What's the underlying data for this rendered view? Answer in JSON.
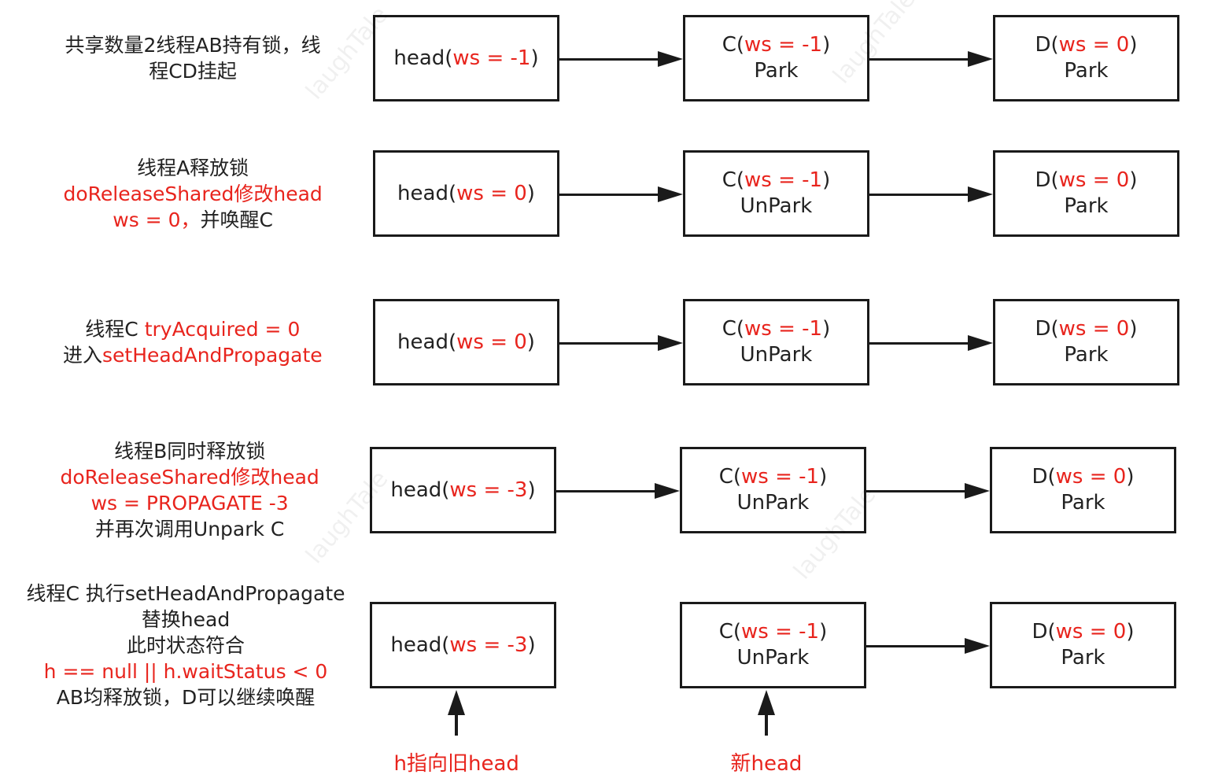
{
  "watermark": "laughTale",
  "rows": [
    {
      "label": [
        [
          {
            "t": "共享数量2线程AB持有锁，线",
            "c": "k"
          }
        ],
        [
          {
            "t": "程CD挂起",
            "c": "k"
          }
        ]
      ],
      "nodes": [
        [
          [
            {
              "t": "head",
              "c": "k"
            },
            {
              "t": "(",
              "c": "k"
            },
            {
              "t": "ws = -1",
              "c": "r"
            },
            {
              "t": ")",
              "c": "k"
            }
          ]
        ],
        [
          [
            {
              "t": "C",
              "c": "k"
            },
            {
              "t": "(",
              "c": "k"
            },
            {
              "t": "ws = -1",
              "c": "r"
            },
            {
              "t": ")",
              "c": "k"
            }
          ],
          [
            {
              "t": "Park",
              "c": "k"
            }
          ]
        ],
        [
          [
            {
              "t": "D",
              "c": "k"
            },
            {
              "t": "(",
              "c": "k"
            },
            {
              "t": "ws = 0",
              "c": "r"
            },
            {
              "t": ")",
              "c": "k"
            }
          ],
          [
            {
              "t": "Park",
              "c": "k"
            }
          ]
        ]
      ],
      "arrows": [
        [
          0,
          1
        ],
        [
          1,
          2
        ]
      ]
    },
    {
      "label": [
        [
          {
            "t": "线程A释放锁",
            "c": "k"
          }
        ],
        [
          {
            "t": "doReleaseShared修改head",
            "c": "r"
          }
        ],
        [
          {
            "t": "ws = 0，",
            "c": "r"
          },
          {
            "t": "并唤醒C",
            "c": "k"
          }
        ]
      ],
      "nodes": [
        [
          [
            {
              "t": "head",
              "c": "k"
            },
            {
              "t": "(",
              "c": "k"
            },
            {
              "t": "ws = 0",
              "c": "r"
            },
            {
              "t": ")",
              "c": "k"
            }
          ]
        ],
        [
          [
            {
              "t": "C",
              "c": "k"
            },
            {
              "t": "(",
              "c": "k"
            },
            {
              "t": "ws = -1",
              "c": "r"
            },
            {
              "t": ")",
              "c": "k"
            }
          ],
          [
            {
              "t": "UnPark",
              "c": "k"
            }
          ]
        ],
        [
          [
            {
              "t": "D",
              "c": "k"
            },
            {
              "t": "(",
              "c": "k"
            },
            {
              "t": "ws = 0",
              "c": "r"
            },
            {
              "t": ")",
              "c": "k"
            }
          ],
          [
            {
              "t": "Park",
              "c": "k"
            }
          ]
        ]
      ],
      "arrows": [
        [
          0,
          1
        ],
        [
          1,
          2
        ]
      ]
    },
    {
      "label": [
        [
          {
            "t": "线程C ",
            "c": "k"
          },
          {
            "t": "tryAcquired = 0",
            "c": "r"
          }
        ],
        [
          {
            "t": "进入",
            "c": "k"
          },
          {
            "t": "setHeadAndPropagate",
            "c": "r"
          }
        ]
      ],
      "nodes": [
        [
          [
            {
              "t": "head",
              "c": "k"
            },
            {
              "t": "(",
              "c": "k"
            },
            {
              "t": "ws = 0",
              "c": "r"
            },
            {
              "t": ")",
              "c": "k"
            }
          ]
        ],
        [
          [
            {
              "t": "C",
              "c": "k"
            },
            {
              "t": "(",
              "c": "k"
            },
            {
              "t": "ws = -1",
              "c": "r"
            },
            {
              "t": ")",
              "c": "k"
            }
          ],
          [
            {
              "t": "UnPark",
              "c": "k"
            }
          ]
        ],
        [
          [
            {
              "t": "D",
              "c": "k"
            },
            {
              "t": "(",
              "c": "k"
            },
            {
              "t": "ws = 0",
              "c": "r"
            },
            {
              "t": ")",
              "c": "k"
            }
          ],
          [
            {
              "t": "Park",
              "c": "k"
            }
          ]
        ]
      ],
      "arrows": [
        [
          0,
          1
        ],
        [
          1,
          2
        ]
      ]
    },
    {
      "label": [
        [
          {
            "t": "线程B同时释放锁",
            "c": "k"
          }
        ],
        [
          {
            "t": "doReleaseShared修改head",
            "c": "r"
          }
        ],
        [
          {
            "t": "ws = PROPAGATE -3",
            "c": "r"
          }
        ],
        [
          {
            "t": "并再次调用Unpark C",
            "c": "k"
          }
        ]
      ],
      "nodes": [
        [
          [
            {
              "t": "head",
              "c": "k"
            },
            {
              "t": "(",
              "c": "k"
            },
            {
              "t": "ws = -3",
              "c": "r"
            },
            {
              "t": ")",
              "c": "k"
            }
          ]
        ],
        [
          [
            {
              "t": "C",
              "c": "k"
            },
            {
              "t": "(",
              "c": "k"
            },
            {
              "t": "ws = -1",
              "c": "r"
            },
            {
              "t": ")",
              "c": "k"
            }
          ],
          [
            {
              "t": "UnPark",
              "c": "k"
            }
          ]
        ],
        [
          [
            {
              "t": "D",
              "c": "k"
            },
            {
              "t": "(",
              "c": "k"
            },
            {
              "t": "ws = 0",
              "c": "r"
            },
            {
              "t": ")",
              "c": "k"
            }
          ],
          [
            {
              "t": "Park",
              "c": "k"
            }
          ]
        ]
      ],
      "arrows": [
        [
          0,
          1
        ],
        [
          1,
          2
        ]
      ]
    },
    {
      "label": [
        [
          {
            "t": "线程C 执行setHeadAndPropagate",
            "c": "k"
          }
        ],
        [
          {
            "t": "替换head",
            "c": "k"
          }
        ],
        [
          {
            "t": "此时状态符合",
            "c": "k"
          }
        ],
        [
          {
            "t": "h  == null || h.waitStatus < 0",
            "c": "r"
          }
        ],
        [
          {
            "t": "AB均释放锁，D可以继续唤醒",
            "c": "k"
          }
        ]
      ],
      "nodes": [
        [
          [
            {
              "t": "head",
              "c": "k"
            },
            {
              "t": "(",
              "c": "k"
            },
            {
              "t": "ws = -3",
              "c": "r"
            },
            {
              "t": ")",
              "c": "k"
            }
          ]
        ],
        [
          [
            {
              "t": "C",
              "c": "k"
            },
            {
              "t": "(",
              "c": "k"
            },
            {
              "t": "ws = -1",
              "c": "r"
            },
            {
              "t": ")",
              "c": "k"
            }
          ],
          [
            {
              "t": "UnPark",
              "c": "k"
            }
          ]
        ],
        [
          [
            {
              "t": "D",
              "c": "k"
            },
            {
              "t": "(",
              "c": "k"
            },
            {
              "t": "ws = 0",
              "c": "r"
            },
            {
              "t": ")",
              "c": "k"
            }
          ],
          [
            {
              "t": "Park",
              "c": "k"
            }
          ]
        ]
      ],
      "arrows": [
        [
          1,
          2
        ]
      ]
    }
  ],
  "pointers": [
    {
      "node": 0,
      "label": "h指向旧head"
    },
    {
      "node": 1,
      "label": "新head"
    }
  ],
  "colors": {
    "red": "#e8241d",
    "text": "#222222",
    "border": "#1a1a1a"
  }
}
